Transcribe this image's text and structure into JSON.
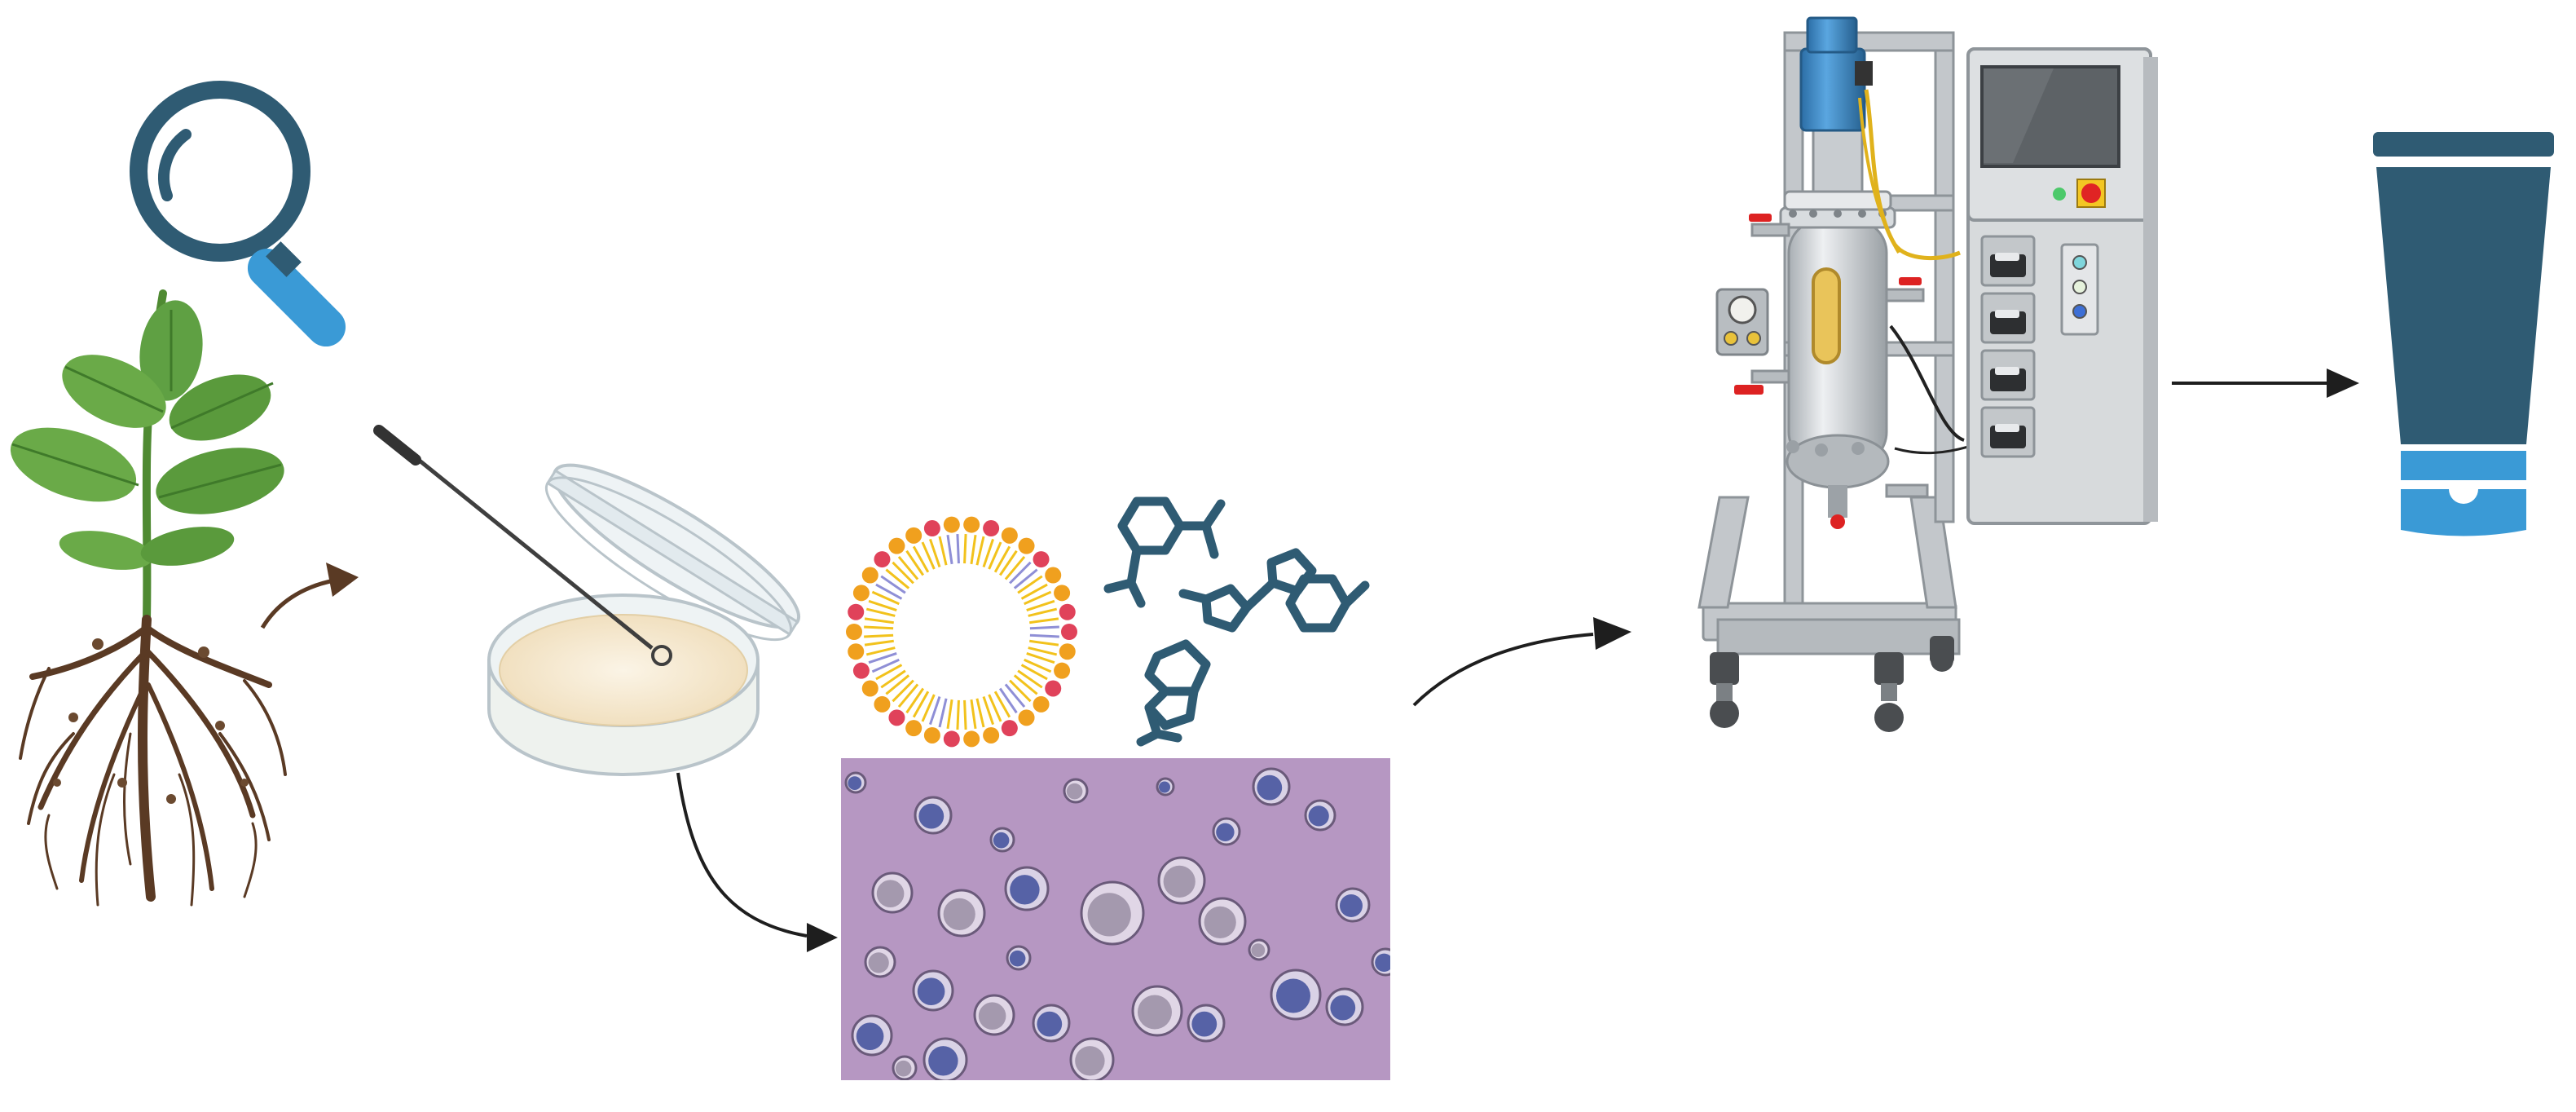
{
  "colors": {
    "background": "#ffffff",
    "navy": "#2f5b73",
    "magnifier_handle": "#3a9ad6",
    "leaf_green": "#5a9a3c",
    "leaf_dark": "#3f7a2a",
    "root_brown": "#5a3a24",
    "arrow": "#1e1e1e",
    "agar": "#f6ead2",
    "dish_glass": "#e6eef2",
    "lipid_head_orange": "#f0a01e",
    "lipid_head_red": "#e0425a",
    "lipid_tail": "#f2c21c",
    "micrograph_bg": "#b595c1",
    "cell_blue": "#3e4f9a",
    "steel": "#c9cdd1",
    "motor_blue": "#3b86c4",
    "sight_glass": "#e9c45a",
    "panel_grey": "#d7dadc",
    "screen_dark": "#5d6266",
    "estop_red": "#e02424",
    "estop_yellow": "#f3c623",
    "tube_cap_blue": "#3a9ad6"
  },
  "icons": [
    "magnifying-glass-icon",
    "plant-with-roots",
    "inoculation-loop",
    "petri-dish",
    "liposome",
    "molecule-structures",
    "cell-micrograph",
    "bioreactor",
    "control-cabinet",
    "cosmetic-tube"
  ]
}
